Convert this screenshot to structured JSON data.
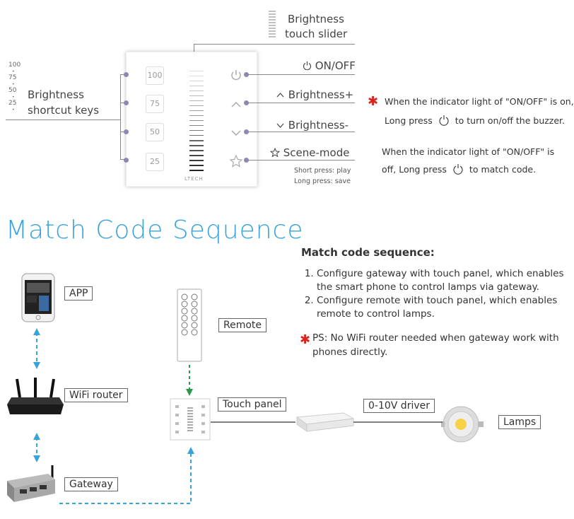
{
  "panel_labels": {
    "slider_label_line1": "Brightness",
    "slider_label_line2": "touch slider",
    "shortcut_label_line1": "Brightness",
    "shortcut_label_line2": "shortcut keys",
    "onoff": "ON/OFF",
    "bright_plus": "Brightness+",
    "bright_minus": "Brightness-",
    "scene": "Scene-mode",
    "short_press": "Short press: play",
    "long_press": "Long press: save",
    "scale": [
      "100",
      "75",
      "50",
      "25"
    ],
    "keys": [
      "100",
      "75",
      "50",
      "25"
    ],
    "brand": "LTECH"
  },
  "notes": {
    "note1_part1": "When the indicator light of \"ON/OFF\" is on,",
    "note1_part2a": "Long press",
    "note1_part2b": "to turn on/off the buzzer.",
    "note2_part1": "When the indicator light of \"ON/OFF\" is",
    "note2_part2a": "off, Long press",
    "note2_part2b": "to match code."
  },
  "section_title": "Match Code Sequence",
  "sequence": {
    "heading": "Match code sequence:",
    "steps": [
      "Configure gateway with touch panel, which enables the smart phone to control lamps via gateway.",
      "Configure remote with touch panel, which enables remote to control lamps."
    ],
    "ps": "PS: No WiFi router needed when gateway work with phones directly."
  },
  "devices": {
    "app": "APP",
    "router": "WiFi router",
    "gateway": "Gateway",
    "remote": "Remote",
    "touch_panel": "Touch panel",
    "driver": "0-10V driver",
    "lamps": "Lamps"
  },
  "colors": {
    "accent_blue": "#3aa3d9",
    "green_arrow": "#2a9a4a",
    "red_asterisk": "#d9231d",
    "dot_purple": "#8e86b5"
  }
}
